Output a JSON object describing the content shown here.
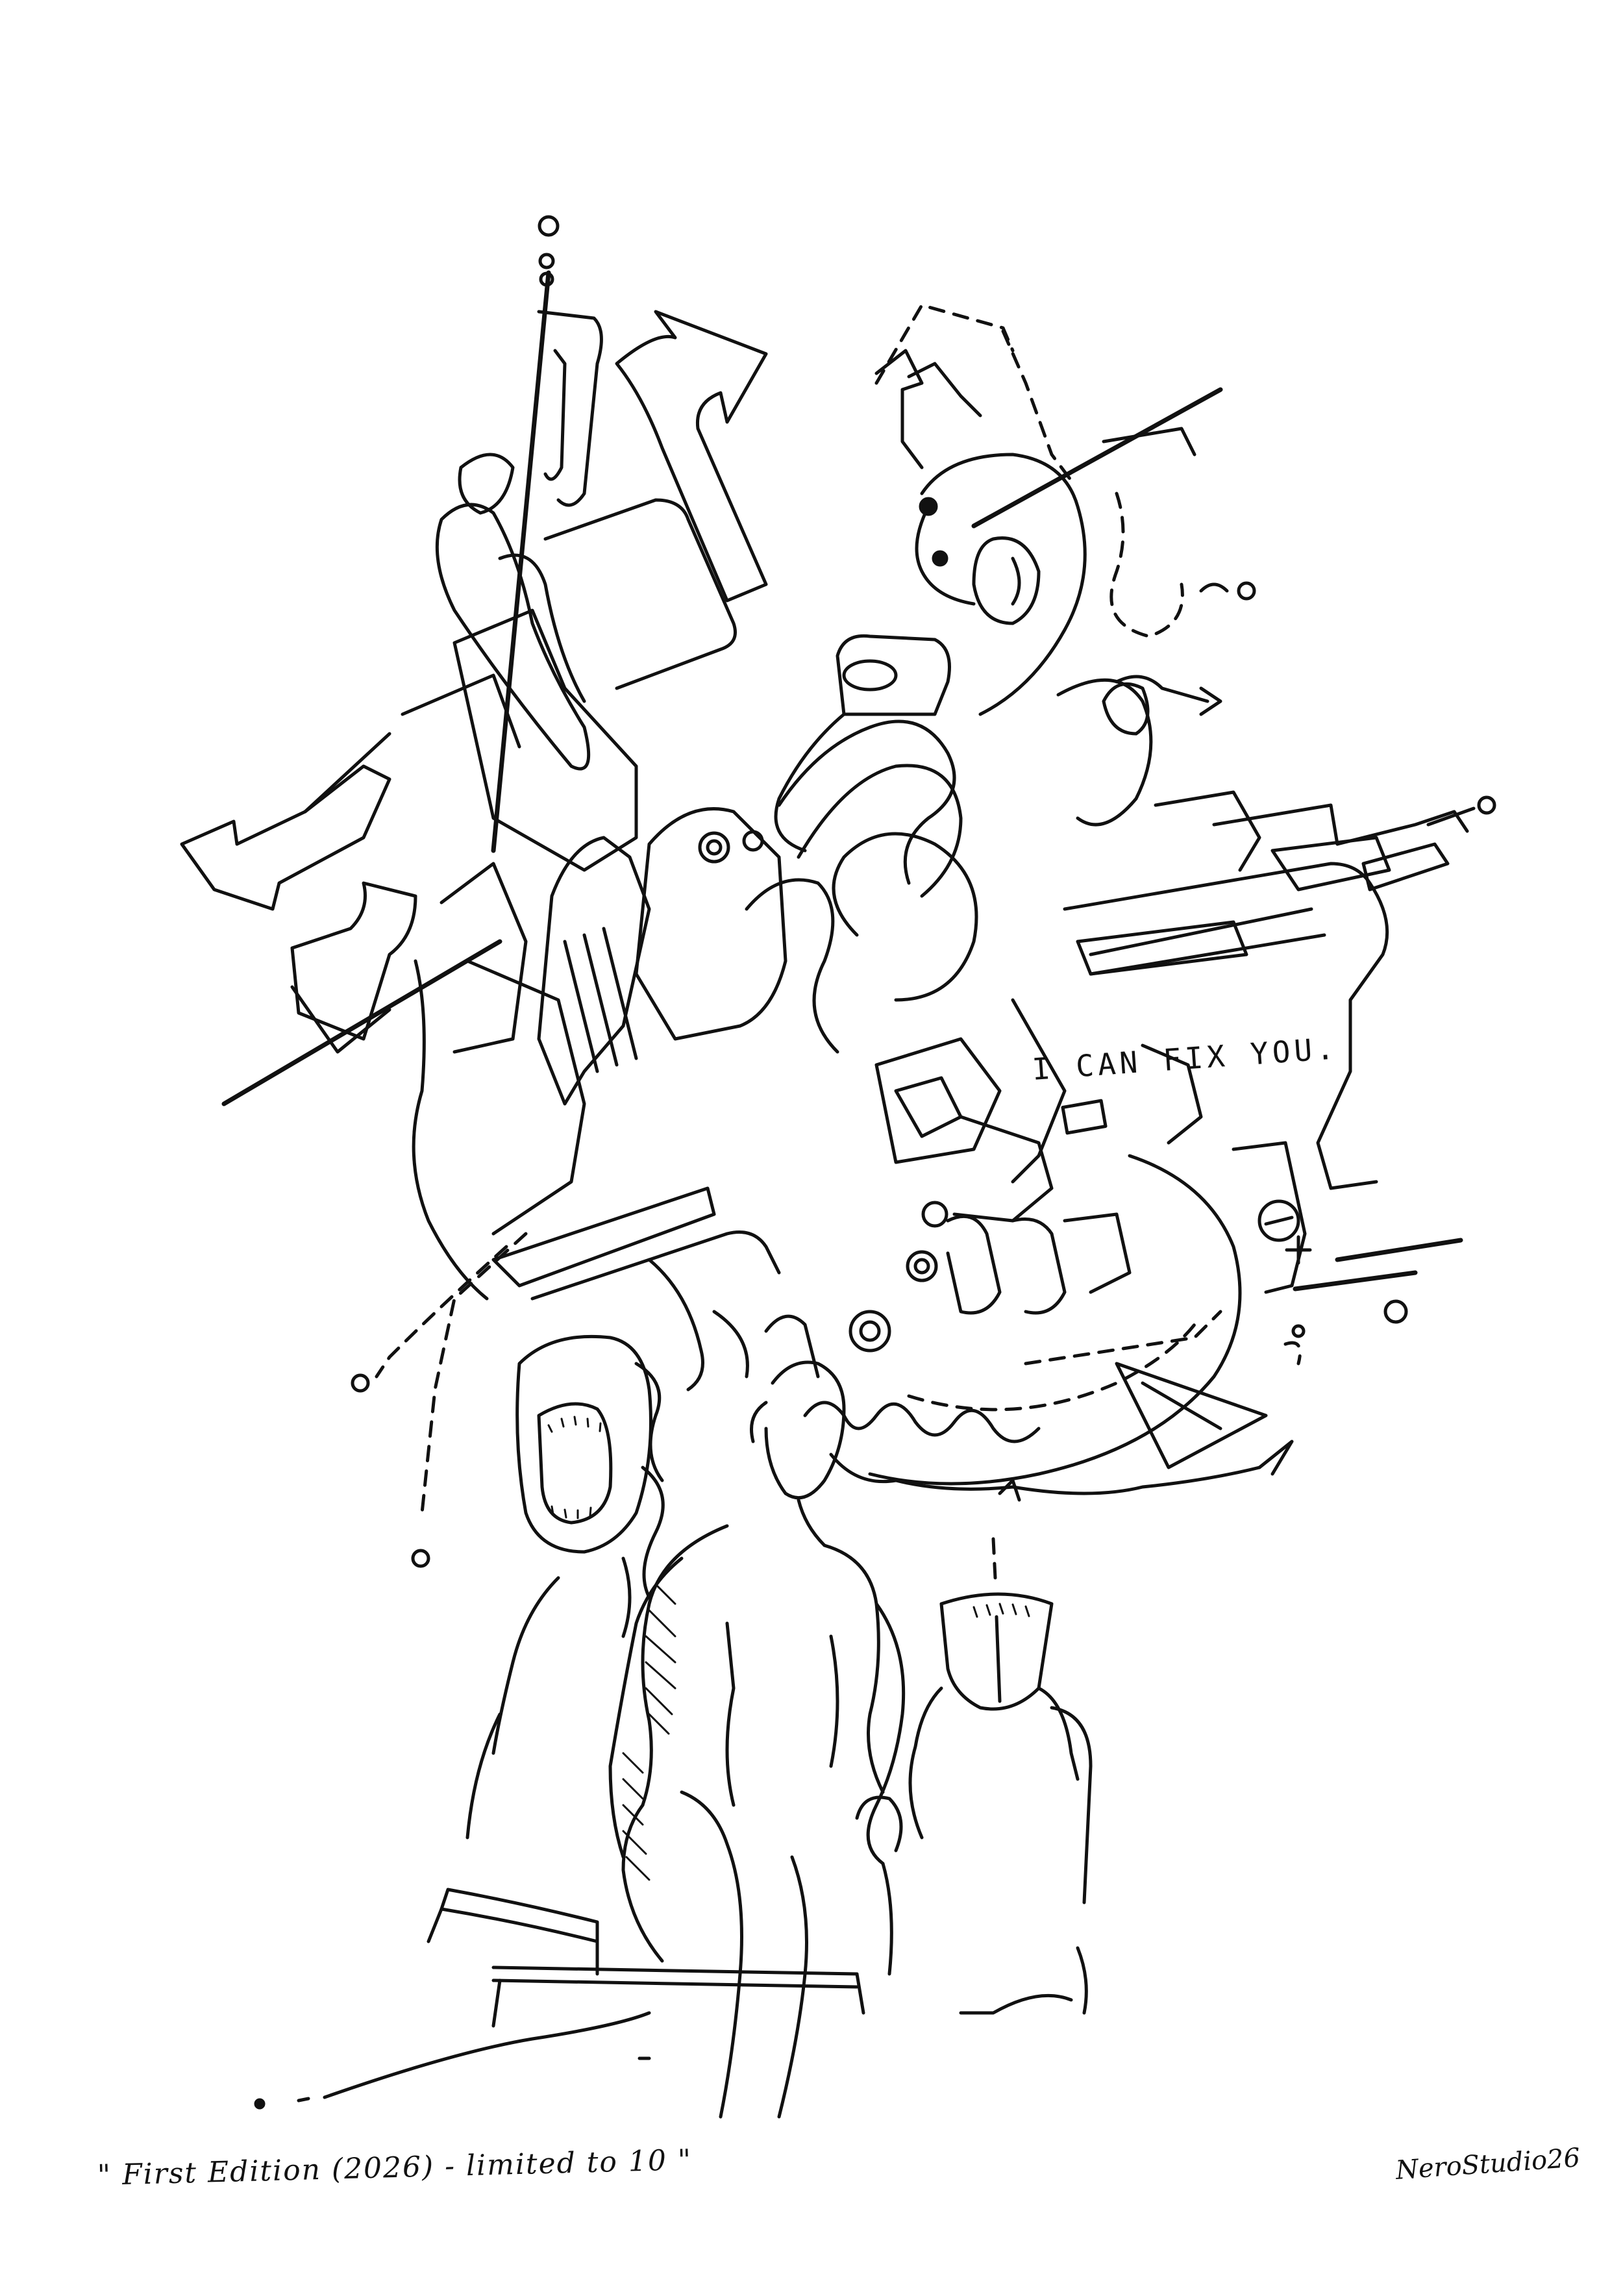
{
  "caption": "\" First Edition (2026) - limited to 10 \"",
  "inner_text": "I CAN FIX YOU.",
  "signature": "NeroStudio26",
  "colors": {
    "ink": "#111111",
    "paper": "#ffffff"
  }
}
